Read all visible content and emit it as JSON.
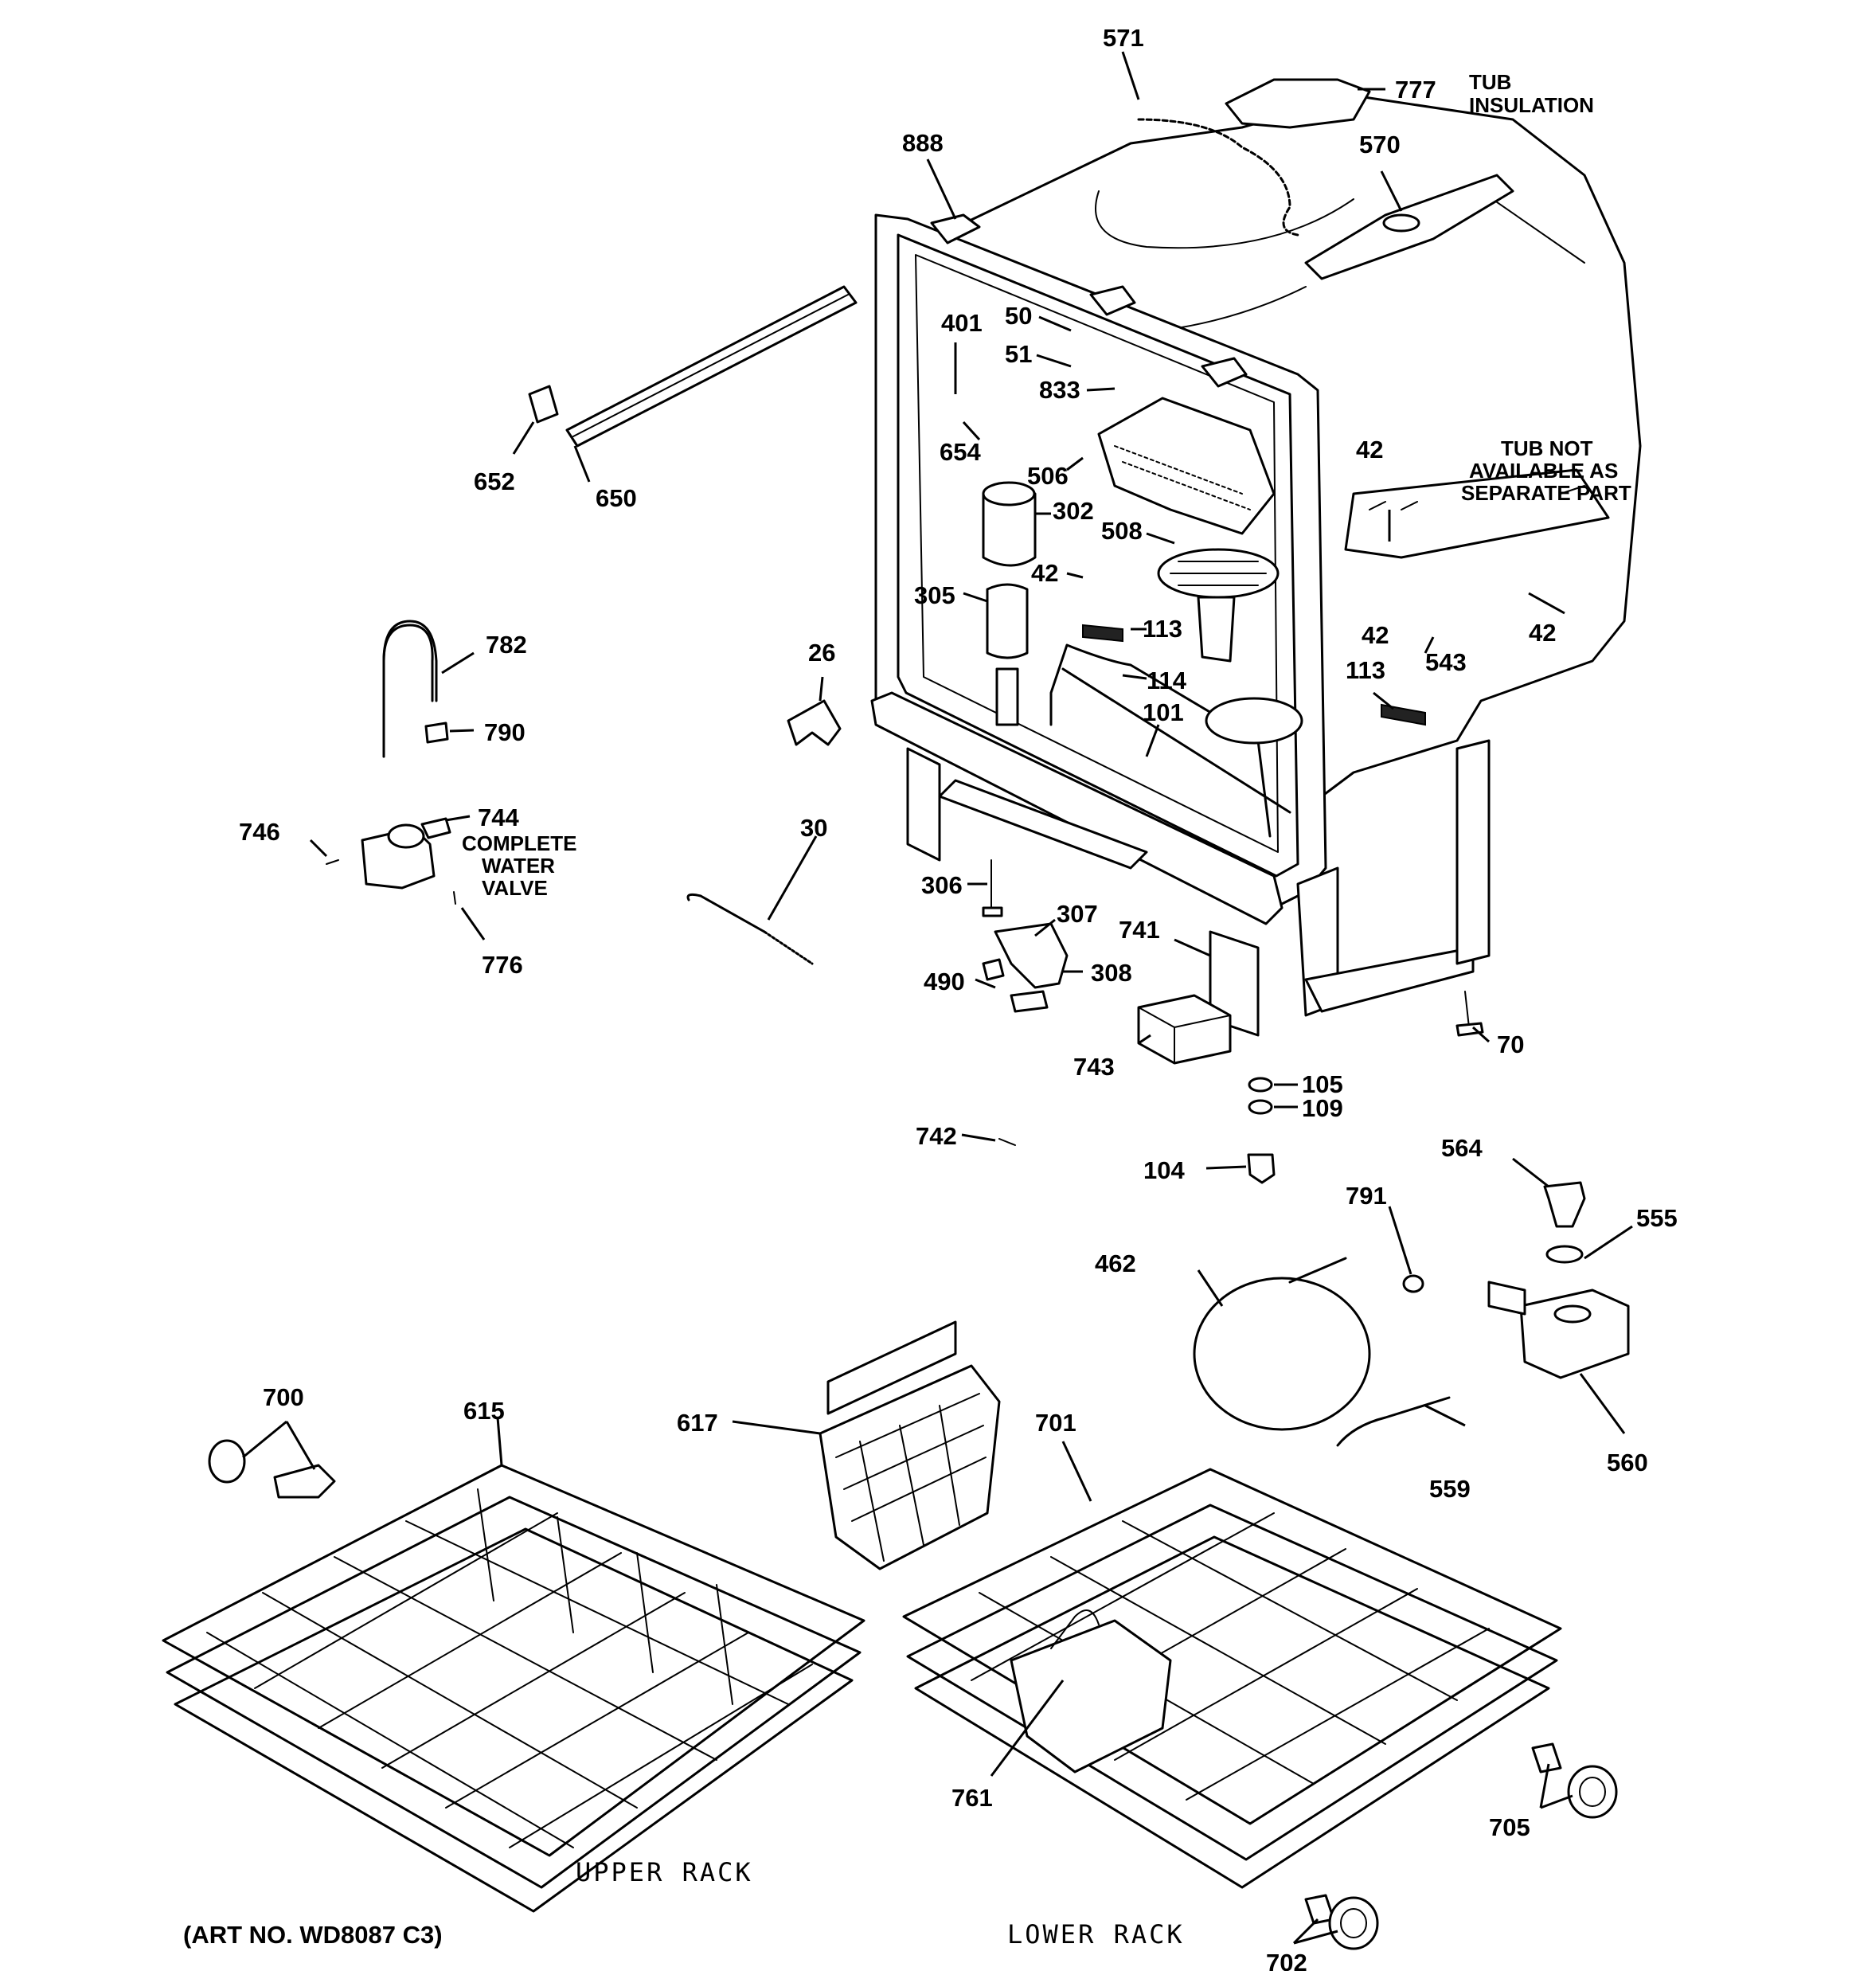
{
  "parts": {
    "p571": "571",
    "p777": "777",
    "p888": "888",
    "p570": "570",
    "p401": "401",
    "p50": "50",
    "p51": "51",
    "p833": "833",
    "p654": "654",
    "p506": "506",
    "p302": "302",
    "p508": "508",
    "p42a": "42",
    "p42b": "42",
    "p42c": "42",
    "p42d": "42",
    "p305": "305",
    "p113a": "113",
    "p113b": "113",
    "p114": "114",
    "p101": "101",
    "p543": "543",
    "p652": "652",
    "p650": "650",
    "p782": "782",
    "p790": "790",
    "p746": "746",
    "p744": "744",
    "p776": "776",
    "p26": "26",
    "p30": "30",
    "p306": "306",
    "p307": "307",
    "p308": "308",
    "p490": "490",
    "p741": "741",
    "p743": "743",
    "p70": "70",
    "p105": "105",
    "p109": "109",
    "p742": "742",
    "p104": "104",
    "p791": "791",
    "p564": "564",
    "p555": "555",
    "p462": "462",
    "p560": "560",
    "p559": "559",
    "p700": "700",
    "p615": "615",
    "p617": "617",
    "p701": "701",
    "p761": "761",
    "p705": "705",
    "p702": "702"
  },
  "notes": {
    "tub_insulation_1": "TUB",
    "tub_insulation_2": "INSULATION",
    "tub_na_1": "TUB NOT",
    "tub_na_2": "AVAILABLE AS",
    "tub_na_3": "SEPARATE PART",
    "valve_1": "COMPLETE",
    "valve_2": "WATER",
    "valve_3": "VALVE"
  },
  "racks": {
    "upper": "UPPER RACK",
    "lower": "LOWER RACK"
  },
  "art_number": "(ART NO. WD8087 C3)"
}
